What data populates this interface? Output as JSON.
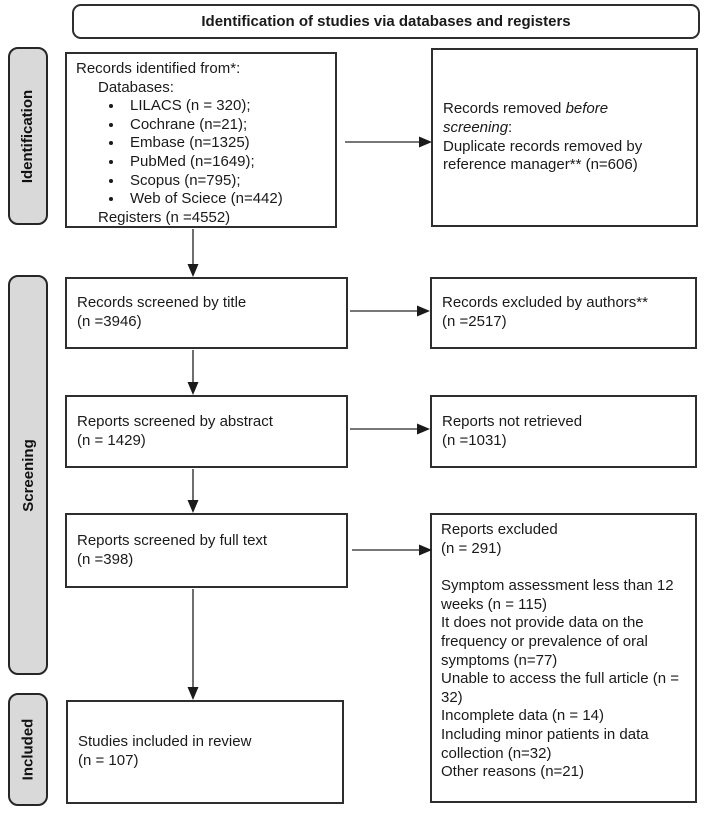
{
  "title": "Identification of studies via databases and registers",
  "stage_labels": {
    "identification": "Identification",
    "screening": "Screening",
    "included": "Included"
  },
  "colors": {
    "box_border": "#2e2e2e",
    "stage_fill": "#d9d9d9",
    "arrow_line": "#4a4a4a",
    "arrow_head": "#1a1a1a",
    "text": "#1a1a1a"
  },
  "boxes": {
    "records_identified": {
      "heading": "Records identified from*:",
      "subheading": "Databases:",
      "databases": [
        "LILACS (n = 320);",
        "Cochrane (n=21);",
        "Embase (n=1325)",
        "PubMed (n=1649);",
        "Scopus (n=795);",
        "Web of Sciece (n=442)"
      ],
      "registers": "Registers (n =4552)"
    },
    "records_removed": {
      "prefix": "Records removed ",
      "italic_line1": "before",
      "italic_line2": "screening",
      "suffix": ":",
      "detail": "Duplicate records removed by reference manager** (n=606)"
    },
    "records_screened_title": {
      "line1": "Records screened by title",
      "line2": "(n =3946)"
    },
    "records_excluded_authors": {
      "line1": "Records excluded by authors**",
      "line2": "(n =2517)"
    },
    "reports_screened_abstract": {
      "line1": "Reports screened by abstract",
      "line2": "(n = 1429)"
    },
    "reports_not_retrieved": {
      "line1": "Reports not retrieved",
      "line2": "(n =1031)"
    },
    "reports_screened_fulltext": {
      "line1": "Reports screened by full text",
      "line2": "(n =398)"
    },
    "reports_excluded": {
      "line1": "Reports excluded",
      "line2": "(n = 291)",
      "reasons": [
        "Symptom assessment less than 12 weeks (n = 115)",
        "It does not provide data on the frequency or prevalence of oral symptoms (n=77)",
        "Unable to access the full article (n = 32)",
        "Incomplete data (n = 14)",
        "Including minor patients in data collection (n=32)",
        "Other reasons (n=21)"
      ]
    },
    "studies_included": {
      "line1": "Studies included in review",
      "line2": "(n = 107)"
    }
  }
}
